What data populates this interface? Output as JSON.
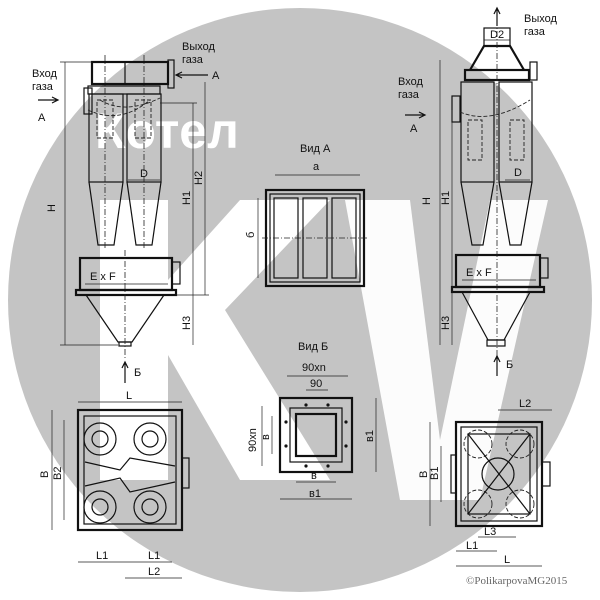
{
  "watermark": {
    "word": "Котел",
    "letters": "KV",
    "circle_color": "#c4c4c4"
  },
  "left_elevation": {
    "gas_in": [
      "Вход",
      "газа"
    ],
    "gas_out": [
      "Выход",
      "газа"
    ],
    "view_a": "A",
    "view_a2": "A",
    "view_b": "Б",
    "dims": {
      "H": "H",
      "H1": "H1",
      "H2": "H2",
      "H3": "H3",
      "D": "D",
      "ExF": "E x F"
    }
  },
  "view_a": {
    "title": "Вид А",
    "a": "a",
    "b": "б"
  },
  "right_elevation": {
    "gas_in": [
      "Вход",
      "газа"
    ],
    "gas_out": [
      "Выход",
      "газа"
    ],
    "view_a": "A",
    "view_b": "Б",
    "dims": {
      "D2": "D2",
      "H": "H",
      "H1": "H1",
      "H3": "H3",
      "D": "D",
      "ExF": "E x F"
    }
  },
  "view_b": {
    "title": "Вид Б",
    "n90": "90xn",
    "n90_side": "90xn",
    "s90": "90",
    "v": "в",
    "v_bottom": "в",
    "v1": "в1",
    "v1_side": "в1"
  },
  "left_plan": {
    "L": "L",
    "B": "B",
    "B2": "B2",
    "L1a": "L1",
    "L1b": "L1",
    "L2": "L2"
  },
  "right_plan": {
    "L": "L",
    "L1": "L1",
    "L2": "L2",
    "L3": "L3",
    "B": "B",
    "B1": "B1"
  },
  "copyright": "©PolikarpovaMG2015"
}
